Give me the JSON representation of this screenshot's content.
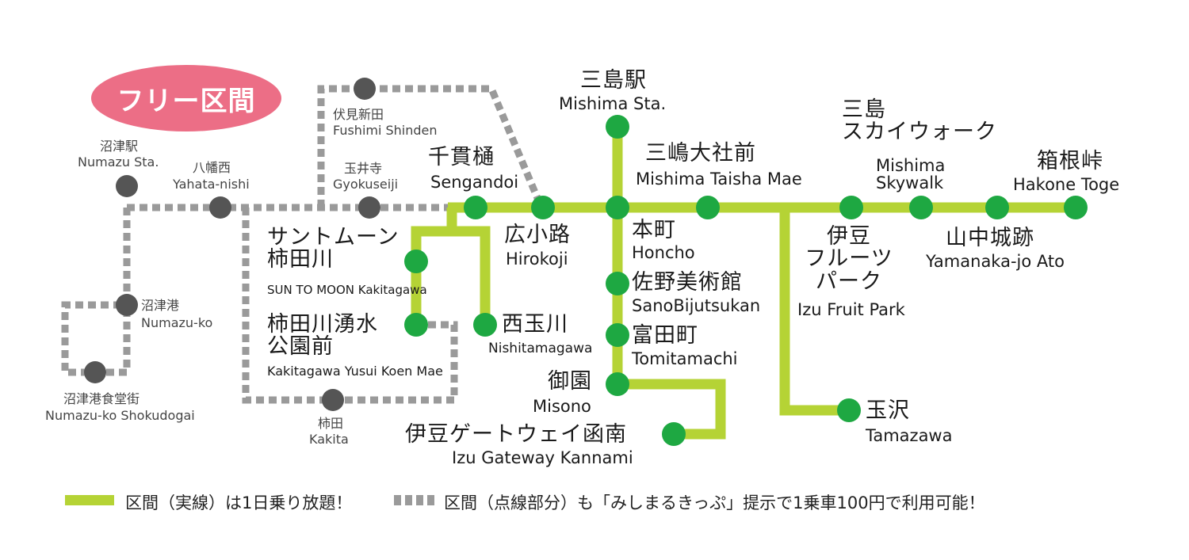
{
  "badge": "フリー区間",
  "colors": {
    "line": "#b5d335",
    "station": "#1ea842",
    "dotted_line": "#9a9a9a",
    "dotted_station": "#555555",
    "badge": "#ec6e86"
  },
  "stations": {
    "mishima": {
      "jp": "三島駅",
      "en": "Mishima Sta."
    },
    "sengandoi": {
      "jp": "千貫樋",
      "en": "Sengandoi"
    },
    "hirokoji": {
      "jp": "広小路",
      "en": "Hirokoji"
    },
    "mishima_taisha": {
      "jp": "三嶋大社前",
      "en": "Mishima Taisha Mae"
    },
    "honcho": {
      "jp": "本町",
      "en": "Honcho"
    },
    "sano": {
      "jp": "佐野美術館",
      "en": "SanoBijutsukan"
    },
    "tomita": {
      "jp": "富田町",
      "en": "Tomitamachi"
    },
    "misono": {
      "jp": "御園",
      "en": "Misono"
    },
    "kannami": {
      "jp": "伊豆ゲートウェイ函南",
      "en": "Izu Gateway Kannami"
    },
    "skywalk": {
      "jp1": "三島",
      "jp2": "スカイウォーク",
      "en1": "Mishima",
      "en2": "Skywalk"
    },
    "hakone": {
      "jp": "箱根峠",
      "en": "Hakone Toge"
    },
    "fruit_park": {
      "jp1": "伊豆",
      "jp2": "フルーツ",
      "jp3": "パーク",
      "en": "Izu Fruit Park"
    },
    "yamanaka": {
      "jp": "山中城跡",
      "en": "Yamanaka-jo Ato"
    },
    "tamazawa": {
      "jp": "玉沢",
      "en": "Tamazawa"
    },
    "sun_to_moon": {
      "jp1": "サントムーン",
      "jp2": "柿田川",
      "en": "SUN TO MOON Kakitagawa"
    },
    "nishitamagawa": {
      "jp": "西玉川",
      "en": "Nishitamagawa"
    },
    "yusui": {
      "jp1": "柿田川湧水",
      "jp2": "公園前",
      "en": "Kakitagawa Yusui Koen Mae"
    },
    "numazu": {
      "jp": "沼津駅",
      "en": "Numazu Sta."
    },
    "yahata": {
      "jp": "八幡西",
      "en": "Yahata-nishi"
    },
    "fushimi": {
      "jp": "伏見新田",
      "en": "Fushimi Shinden"
    },
    "gyokusei": {
      "jp": "玉井寺",
      "en": "Gyokuseiji"
    },
    "numazuko": {
      "jp": "沼津港",
      "en": "Numazu-ko"
    },
    "shokudogai": {
      "jp": "沼津港食堂街",
      "en": "Numazu-ko Shokudogai"
    },
    "kakita": {
      "jp": "柿田",
      "en": "Kakita"
    }
  },
  "legend": {
    "solid": "区間（実線）は1日乗り放題！",
    "dotted": "区間（点線部分）も「みしまるきっぷ」提示で1乗車100円で利用可能！"
  }
}
